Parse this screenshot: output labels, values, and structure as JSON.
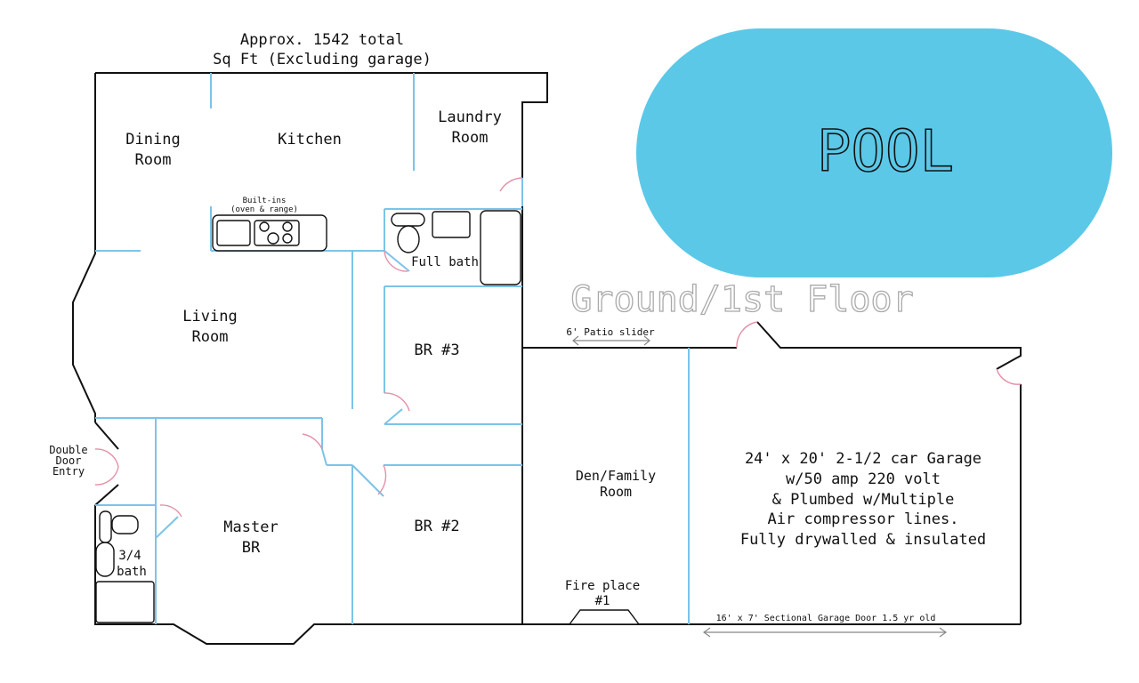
{
  "title": {
    "line1": "Approx. 1542 total",
    "line2": "Sq Ft (Excluding garage)"
  },
  "floor_label": "Ground/1st Floor",
  "pool": {
    "label": "POOL",
    "color": "#5bc8e8"
  },
  "rooms": {
    "dining": [
      "Dining",
      "Room"
    ],
    "kitchen": "Kitchen",
    "laundry": [
      "Laundry",
      "Room"
    ],
    "builtins": [
      "Built-ins",
      "(oven & range)"
    ],
    "full_bath": "Full bath",
    "living": [
      "Living",
      "Room"
    ],
    "br3": "BR #3",
    "patio_slider": "6' Patio slider",
    "entry": [
      "Double",
      "Door",
      "Entry"
    ],
    "master": [
      "Master",
      "BR"
    ],
    "br2": "BR #2",
    "three_quarter_bath": [
      "3/4",
      "bath"
    ],
    "den": [
      "Den/Family",
      "Room"
    ],
    "fireplace": [
      "Fire place",
      "#1"
    ],
    "garage_door": "16' x 7' Sectional Garage Door 1.5 yr old"
  },
  "garage_text": [
    "24' x 20'  2-1/2 car Garage",
    "w/50 amp 220 volt",
    "& Plumbed w/Multiple",
    "Air compressor lines.",
    "Fully drywalled & insulated"
  ],
  "colors": {
    "exterior_wall": "#111111",
    "interior_wall": "#7cc3e8",
    "door_swing": "#e58fa6",
    "floor_label": "#aaaaaa"
  }
}
